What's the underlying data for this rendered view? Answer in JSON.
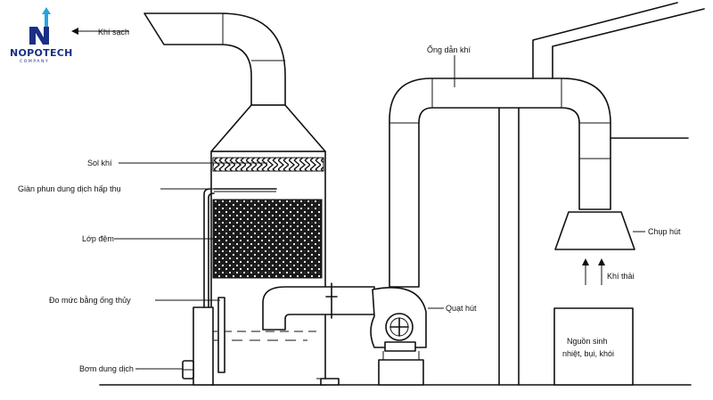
{
  "logo": {
    "name": "NOPOTECH",
    "sub": "COMPANY",
    "color": "#1b2f86",
    "accent": "#2aa3de"
  },
  "labels": {
    "clean_air": "Khí sạch",
    "mist": "Sol khí",
    "spray": "Giàn phun dung dịch hấp thụ",
    "packing": "Lớp đệm",
    "level_gauge": "Đo mức bằng ống thủy",
    "pump": "Bơm dung dịch",
    "duct": "Ống dẫn khí",
    "fan": "Quạt hút",
    "hood": "Chụp hút",
    "exhaust": "Khí thải",
    "source_line1": "Nguồn sinh",
    "source_line2": "nhiệt, bụi, khói"
  }
}
